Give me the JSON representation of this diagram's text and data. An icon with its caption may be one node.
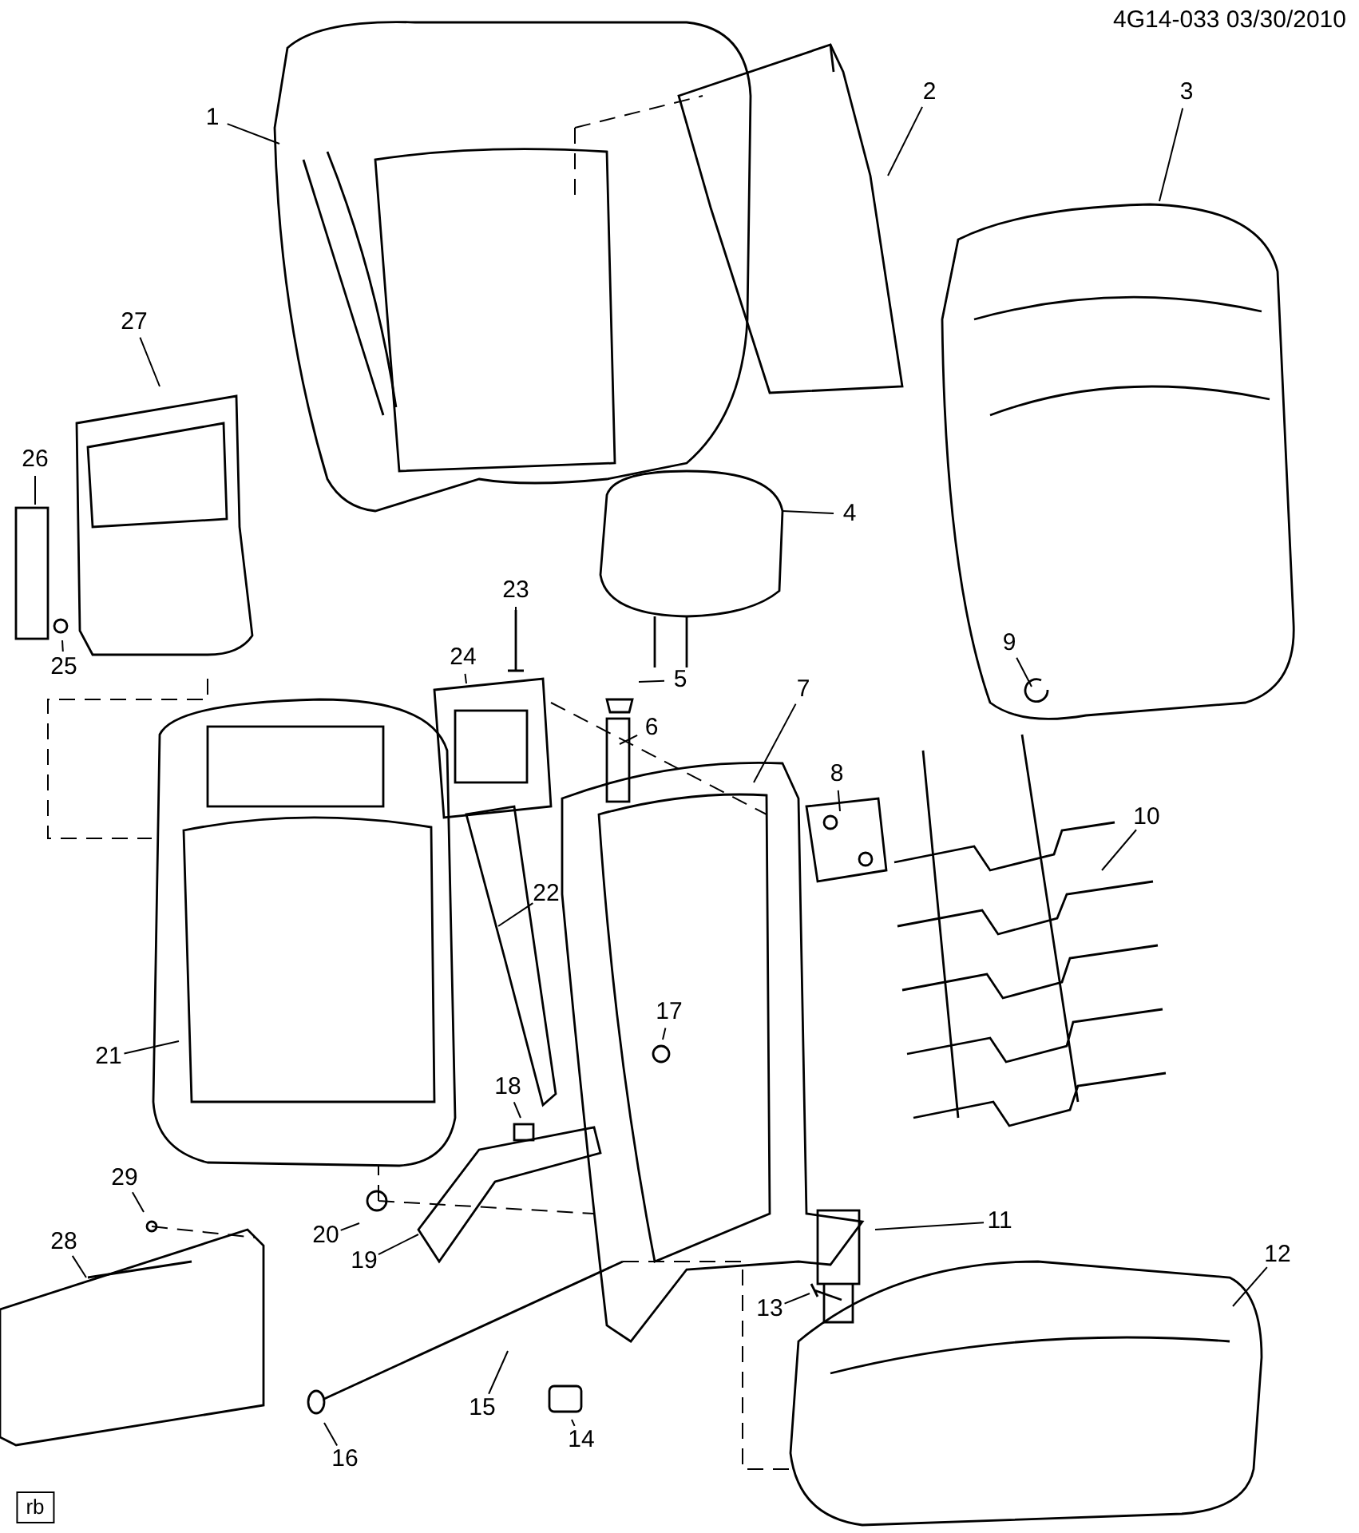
{
  "diagram": {
    "nodes": [
      {
        "text": [
          "1"
        ]
      },
      {
        "text": [
          "2"
        ]
      },
      {
        "text": [
          "3"
        ]
      },
      {
        "text": [
          "4"
        ]
      },
      {
        "text": [
          "5"
        ]
      },
      {
        "text": [
          "6"
        ]
      },
      {
        "text": [
          "7"
        ]
      },
      {
        "text": [
          "8"
        ]
      },
      {
        "text": [
          "9"
        ]
      },
      {
        "text": [
          "10"
        ]
      },
      {
        "text": [
          "11"
        ]
      },
      {
        "text": [
          "12"
        ]
      },
      {
        "text": [
          "13"
        ]
      },
      {
        "text": [
          "14"
        ]
      },
      {
        "text": [
          "15"
        ]
      },
      {
        "text": [
          "16"
        ]
      },
      {
        "text": [
          "17"
        ]
      },
      {
        "text": [
          "18"
        ]
      },
      {
        "text": [
          "19"
        ]
      },
      {
        "text": [
          "20"
        ]
      },
      {
        "text": [
          "21"
        ]
      },
      {
        "text": [
          "22"
        ]
      },
      {
        "text": [
          "23"
        ]
      },
      {
        "text": [
          "24"
        ]
      },
      {
        "text": [
          "25"
        ]
      },
      {
        "text": [
          "26"
        ]
      },
      {
        "text": [
          "27"
        ]
      },
      {
        "text": [
          "28"
        ]
      },
      {
        "text": [
          "29"
        ]
      },
      {
        "text": [
          "rb"
        ]
      }
    ],
    "edges": [
      {
        "from": 0,
        "to": null,
        "arrow": "none"
      },
      {
        "from": 1,
        "to": null,
        "arrow": "none"
      },
      {
        "from": 2,
        "to": null,
        "arrow": "none"
      },
      {
        "from": 3,
        "to": null,
        "arrow": "none"
      },
      {
        "from": 4,
        "to": null,
        "arrow": "none"
      },
      {
        "from": 5,
        "to": null,
        "arrow": "none"
      },
      {
        "from": 6,
        "to": null,
        "arrow": "none"
      },
      {
        "from": 7,
        "to": null,
        "arrow": "none"
      },
      {
        "from": 8,
        "to": null,
        "arrow": "none"
      },
      {
        "from": 9,
        "to": null,
        "arrow": "none"
      },
      {
        "from": 10,
        "to": null,
        "arrow": "none"
      },
      {
        "from": 11,
        "to": null,
        "arrow": "none"
      },
      {
        "from": 12,
        "to": null,
        "arrow": "none"
      },
      {
        "from": 13,
        "to": null,
        "arrow": "none"
      },
      {
        "from": 14,
        "to": null,
        "arrow": "none"
      },
      {
        "from": 15,
        "to": null,
        "arrow": "none"
      },
      {
        "from": 16,
        "to": null,
        "arrow": "none"
      },
      {
        "from": 17,
        "to": null,
        "arrow": "none"
      },
      {
        "from": 18,
        "to": null,
        "arrow": "none"
      },
      {
        "from": 19,
        "to": null,
        "arrow": "none"
      },
      {
        "from": 20,
        "to": null,
        "arrow": "none"
      },
      {
        "from": 21,
        "to": null,
        "arrow": "none"
      },
      {
        "from": 22,
        "to": null,
        "arrow": "none"
      },
      {
        "from": 23,
        "to": null,
        "arrow": "none"
      },
      {
        "from": 24,
        "to": null,
        "arrow": "none"
      },
      {
        "from": 25,
        "to": null,
        "arrow": "none"
      },
      {
        "from": 26,
        "to": null,
        "arrow": "none"
      },
      {
        "from": 27,
        "to": null,
        "arrow": "none"
      },
      {
        "from": 28,
        "to": null,
        "arrow": "none"
      }
    ],
    "labels": [
      "4G14-033 03/30/2010"
    ]
  }
}
